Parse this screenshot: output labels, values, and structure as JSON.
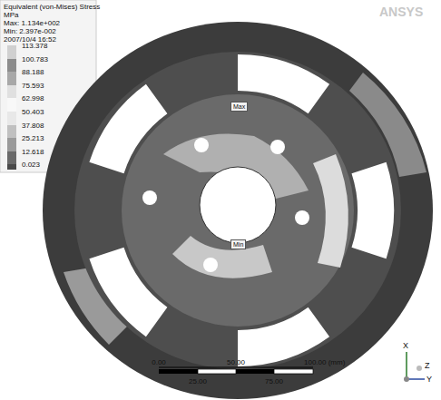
{
  "diagram": {
    "nodes": [
      {
        "text": [
          "Max"
        ]
      },
      {
        "text": [
          "Min"
        ]
      }
    ],
    "labels": [
      "ANSYS",
      "Equivalent (von-Mises) Stress",
      "MPa",
      "Max: 1.134e+002",
      "Min: 2.397e-002",
      "2007/10/4 16:52",
      "0.00",
      "50.00",
      "100.00 (mm)",
      "25.00",
      "75.00",
      "X",
      "Y",
      "Z"
    ],
    "legend": [
      {
        "text": "113.378",
        "color": "#d0d0d0"
      },
      {
        "text": "100.783",
        "color": "#8c8c8c"
      },
      {
        "text": "88.188",
        "color": "#a8a8a8"
      },
      {
        "text": "75.593",
        "color": "#e0e0e0"
      },
      {
        "text": "62.998",
        "color": "#f8f8f8"
      },
      {
        "text": "50.403",
        "color": "#e8e8e8"
      },
      {
        "text": "37.808",
        "color": "#c0c0c0"
      },
      {
        "text": "25.213",
        "color": "#9a9a9a"
      },
      {
        "text": "12.618",
        "color": "#6a6a6a"
      },
      {
        "text": "0.023",
        "color": "#4a4a4a"
      }
    ]
  }
}
